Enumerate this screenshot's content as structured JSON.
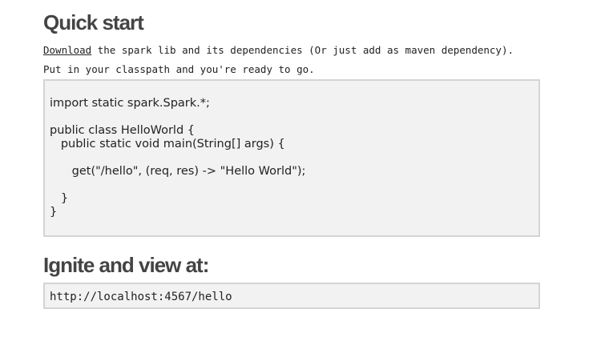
{
  "quick_start": {
    "heading": "Quick start",
    "download_link": "Download",
    "intro_line1_rest": " the spark lib and its dependencies (Or just add as maven dependency).",
    "intro_line2": "Put in your classpath and you're ready to go."
  },
  "code": {
    "line1": "import static spark.Spark.*;",
    "line2": "public class HelloWorld {",
    "line3": "   public static void main(String[] args) {",
    "line4": "      get(\"/hello\", (req, res) -> \"Hello World\");",
    "line5": "   }",
    "line6": "}"
  },
  "ignite": {
    "heading": "Ignite and view at:",
    "url": "http://localhost:4567/hello"
  }
}
